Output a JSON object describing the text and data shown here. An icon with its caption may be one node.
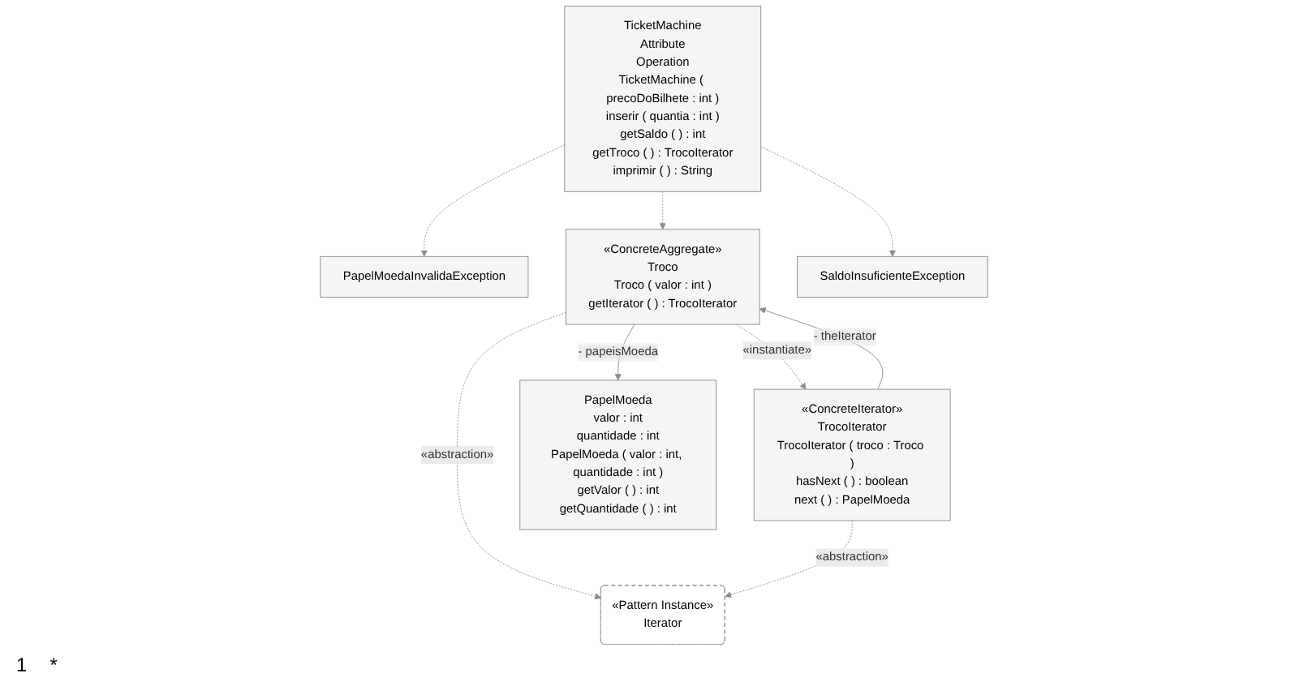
{
  "diagram": {
    "nodes": [
      {
        "text": [
          "«Pattern Instance»",
          "Iterator"
        ]
      },
      {
        "text": [
          "PapelMoedaInvalidaException"
        ]
      },
      {
        "text": [
          "TicketMachine",
          "Attribute",
          "Operation",
          "TicketMachine ( precoDoBilhete : int )",
          "inserir ( quantia : int )",
          "getSaldo ( ) : int",
          "getTroco ( ) : TrocoIterator",
          "imprimir ( ) : String"
        ]
      },
      {
        "text": [
          "«ConcreteAggregate»",
          "Troco",
          "Troco ( valor : int )",
          "getIterator ( ) : TrocoIterator"
        ]
      },
      {
        "text": [
          "«ConcreteIterator»",
          "TrocoIterator",
          "TrocoIterator ( troco : Troco )",
          "hasNext ( ) : boolean",
          "next ( ) : PapelMoeda"
        ]
      },
      {
        "text": [
          "SaldoInsuficienteException"
        ]
      },
      {
        "text": [
          "PapelMoeda",
          "valor : int",
          "quantidade : int",
          "PapelMoeda ( valor : int, quantidade : int )",
          "getValor ( ) : int",
          "getQuantidade ( ) : int"
        ]
      }
    ],
    "edges": [
      {
        "from": 2,
        "to": 1,
        "arrow": "to",
        "style": "dashed"
      },
      {
        "from": 2,
        "to": 3,
        "arrow": "to",
        "style": "dashed"
      },
      {
        "from": 2,
        "to": 5,
        "arrow": "to",
        "style": "dashed"
      },
      {
        "from": 3,
        "to": 0,
        "arrow": "to",
        "style": "dashed",
        "label": "«abstraction»"
      },
      {
        "from": 4,
        "to": 0,
        "arrow": "to",
        "style": "dashed",
        "label": "«abstraction»"
      },
      {
        "from": 3,
        "to": 4,
        "arrow": "to",
        "style": "dashed",
        "label": "«instantiate»"
      },
      {
        "from": 4,
        "to": 3,
        "arrow": "to",
        "label": "- theIterator"
      },
      {
        "from": 3,
        "to": 6,
        "arrow": "to",
        "label": "- papeisMoeda"
      }
    ],
    "labels": [
      "1",
      "*"
    ]
  }
}
